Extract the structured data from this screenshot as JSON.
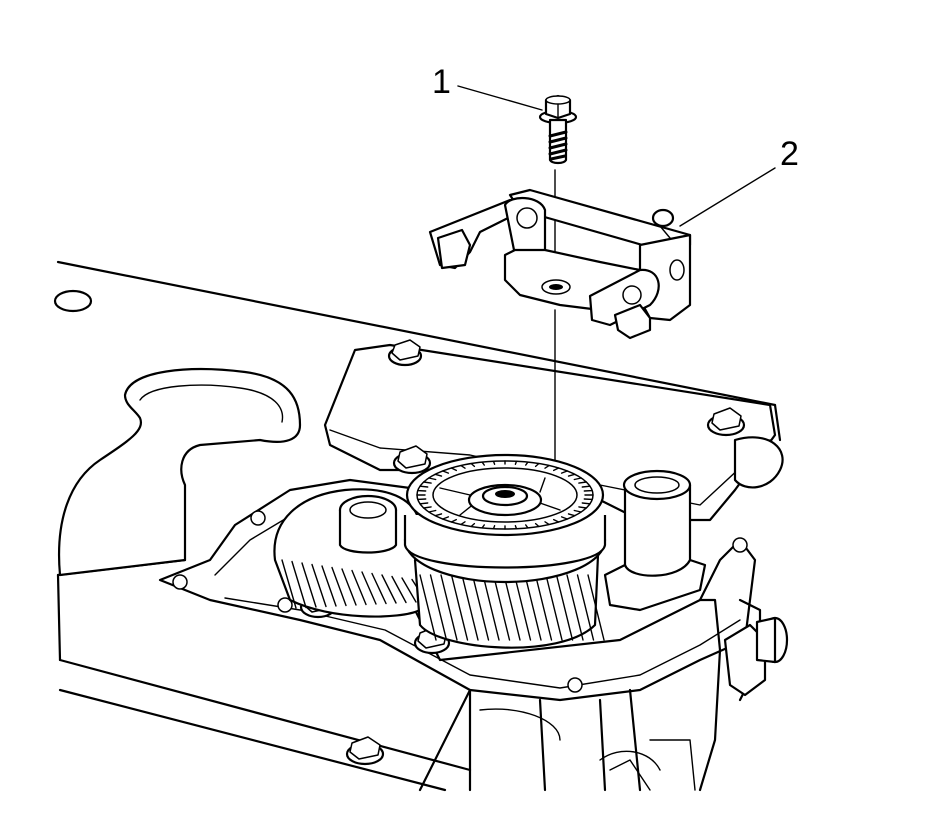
{
  "callouts": [
    {
      "id": "1",
      "label": "1",
      "part": "bolt"
    },
    {
      "id": "2",
      "label": "2",
      "part": "bracket"
    }
  ],
  "colors": {
    "line": "#000000",
    "background": "#ffffff"
  }
}
